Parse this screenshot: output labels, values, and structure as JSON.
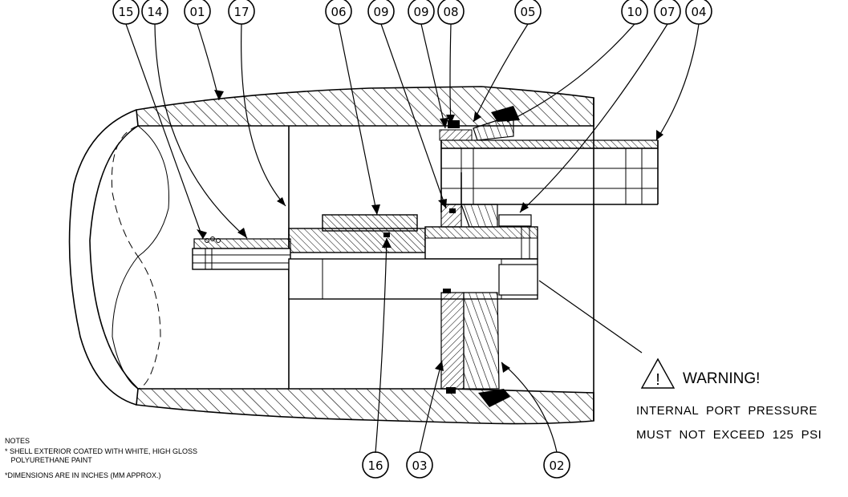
{
  "balloons": [
    {
      "label": "15"
    },
    {
      "label": "14"
    },
    {
      "label": "01"
    },
    {
      "label": "17"
    },
    {
      "label": "06"
    },
    {
      "label": "09"
    },
    {
      "label": "09"
    },
    {
      "label": "08"
    },
    {
      "label": "05"
    },
    {
      "label": "10"
    },
    {
      "label": "07"
    },
    {
      "label": "04"
    },
    {
      "label": "16"
    },
    {
      "label": "03"
    },
    {
      "label": "02"
    }
  ],
  "warning": {
    "symbol": "!",
    "title": "WARNING!",
    "line1": "INTERNAL  PORT  PRESSURE",
    "line2": "MUST  NOT  EXCEED  125  PSI"
  },
  "notes": {
    "heading": "NOTES",
    "items": [
      "* SHELL EXTERIOR COATED WITH WHITE, HIGH GLOSS",
      "   POLYURETHANE PAINT",
      "*DIMENSIONS ARE IN INCHES (MM APPROX.)"
    ]
  }
}
